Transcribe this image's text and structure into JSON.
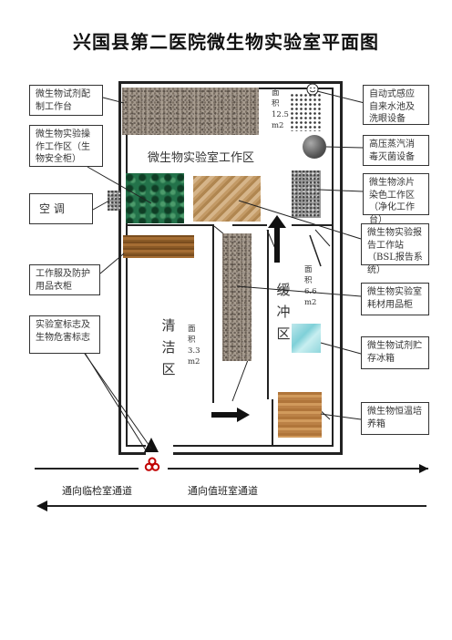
{
  "title": "兴国县第二医院微生物实验室平面图",
  "labels": {
    "reagent_prep": "微生物试剂配制工作台",
    "bio_safety": "微生物实验操作工作区（生物安全柜）",
    "ac": "空 调",
    "clothing": "工作服及防护用品衣柜",
    "biohazard_sign": "实验室标志及生物危害标志",
    "auto_sink": "自动式感应自来水池及洗眼设备",
    "autoclave": "高压蒸汽消毒灭菌设备",
    "staining": "微生物涂片染色工作区（净化工作台）",
    "report": "微生物实验报告工作站（BSL报告系统）",
    "consumables": "微生物实验室耗材用品柜",
    "reagent_fridge": "微生物试剂贮存冰箱",
    "incubator": "微生物恒温培养箱"
  },
  "zones": {
    "work_area": "微生物实验室工作区",
    "work_area_size": [
      "面",
      "积",
      "12.5",
      "m2"
    ],
    "clean_area": [
      "清",
      "洁",
      "区"
    ],
    "clean_area_size": [
      "面",
      "积",
      "3.3",
      "m2"
    ],
    "buffer_area": [
      "缓",
      "冲",
      "区"
    ],
    "buffer_area_size": [
      "面",
      "积",
      "6.6",
      "m2"
    ]
  },
  "corridors": {
    "left": "通向临检室通道",
    "right": "通向值班室通道"
  },
  "icons": [
    "smiley-icon",
    "biohazard-icon",
    "arrow-up-icon",
    "arrow-right-icon",
    "arrow-left-icon",
    "arrow-up-small-icon"
  ]
}
